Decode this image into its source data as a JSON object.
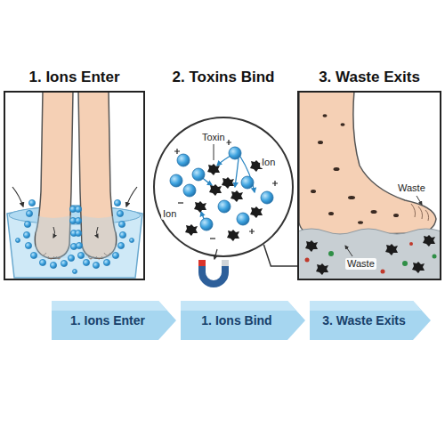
{
  "diagram": {
    "nodes": [
      {
        "text": [
          "1. Ions Enter"
        ]
      },
      {
        "text": [
          "2. Toxins Bind"
        ]
      },
      {
        "text": [
          "3. Waste Exits"
        ]
      },
      {
        "text": [
          "1. Ions Enter"
        ]
      },
      {
        "text": [
          "1. Ions Bind"
        ]
      },
      {
        "text": [
          "3. Waste Exits"
        ]
      }
    ],
    "edges": [
      {
        "from": 1,
        "to": 2,
        "arrow": "none"
      }
    ],
    "labels": [
      "Toxin",
      "Ion",
      "Ion",
      "Waste",
      "Waste"
    ]
  }
}
